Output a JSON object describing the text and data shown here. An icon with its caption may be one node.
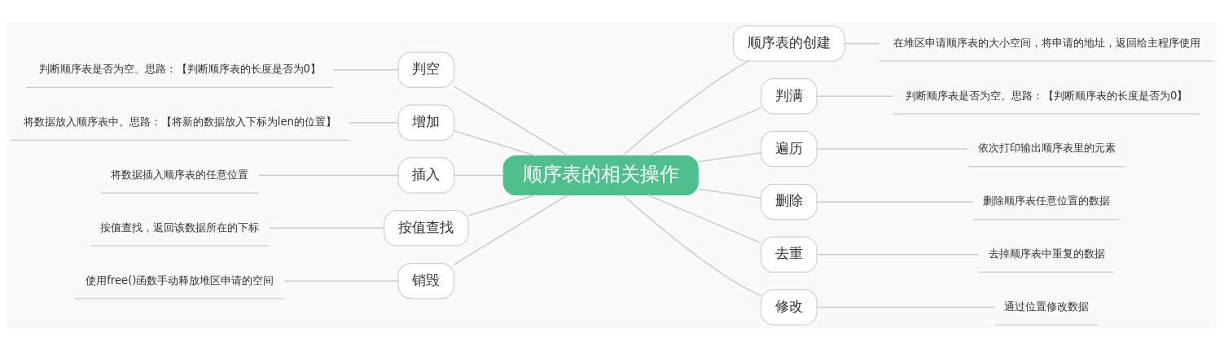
{
  "diagram": {
    "nodes": [
      {
        "text": [
          "顺序表的相关操作"
        ]
      },
      {
        "text": [
          "顺序表的创建"
        ]
      },
      {
        "text": [
          "在堆区申请顺序表的大小空间，将申请的地址，返回给主程序使用"
        ]
      },
      {
        "text": [
          "判满"
        ]
      },
      {
        "text": [
          "判断顺序表是否为空。思路：【判断顺序表的长度是否为0】"
        ]
      },
      {
        "text": [
          "遍历"
        ]
      },
      {
        "text": [
          "依次打印输出顺序表里的元素"
        ]
      },
      {
        "text": [
          "删除"
        ]
      },
      {
        "text": [
          "删除顺序表任意位置的数据"
        ]
      },
      {
        "text": [
          "去重"
        ]
      },
      {
        "text": [
          "去掉顺序表中重复的数据"
        ]
      },
      {
        "text": [
          "修改"
        ]
      },
      {
        "text": [
          "通过位置修改数据"
        ]
      },
      {
        "text": [
          "判空"
        ]
      },
      {
        "text": [
          "判断顺序表是否为空。思路：【判断顺序表的长度是否为0】"
        ]
      },
      {
        "text": [
          "增加"
        ]
      },
      {
        "text": [
          "将数据放入顺序表中。思路：【将新的数据放入下标为len的位置】"
        ]
      },
      {
        "text": [
          "插入"
        ]
      },
      {
        "text": [
          "将数据插入顺序表的任意位置"
        ]
      },
      {
        "text": [
          "按值查找"
        ]
      },
      {
        "text": [
          "按值查找，返回该数据所在的下标"
        ]
      },
      {
        "text": [
          "销毁"
        ]
      },
      {
        "text": [
          "使用free()函数手动释放堆区申请的空间"
        ]
      }
    ],
    "edges": [
      {
        "from": 0,
        "to": 1,
        "arrow": "none"
      },
      {
        "from": 1,
        "to": 2,
        "arrow": "none"
      },
      {
        "from": 0,
        "to": 3,
        "arrow": "none"
      },
      {
        "from": 3,
        "to": 4,
        "arrow": "none"
      },
      {
        "from": 0,
        "to": 5,
        "arrow": "none"
      },
      {
        "from": 5,
        "to": 6,
        "arrow": "none"
      },
      {
        "from": 0,
        "to": 7,
        "arrow": "none"
      },
      {
        "from": 7,
        "to": 8,
        "arrow": "none"
      },
      {
        "from": 0,
        "to": 9,
        "arrow": "none"
      },
      {
        "from": 9,
        "to": 10,
        "arrow": "none"
      },
      {
        "from": 0,
        "to": 11,
        "arrow": "none"
      },
      {
        "from": 11,
        "to": 12,
        "arrow": "none"
      },
      {
        "from": 0,
        "to": 13,
        "arrow": "none"
      },
      {
        "from": 13,
        "to": 14,
        "arrow": "none"
      },
      {
        "from": 0,
        "to": 15,
        "arrow": "none"
      },
      {
        "from": 15,
        "to": 16,
        "arrow": "none"
      },
      {
        "from": 0,
        "to": 17,
        "arrow": "none"
      },
      {
        "from": 17,
        "to": 18,
        "arrow": "none"
      },
      {
        "from": 0,
        "to": 19,
        "arrow": "none"
      },
      {
        "from": 19,
        "to": 20,
        "arrow": "none"
      },
      {
        "from": 0,
        "to": 21,
        "arrow": "none"
      },
      {
        "from": 21,
        "to": 22,
        "arrow": "none"
      }
    ]
  }
}
